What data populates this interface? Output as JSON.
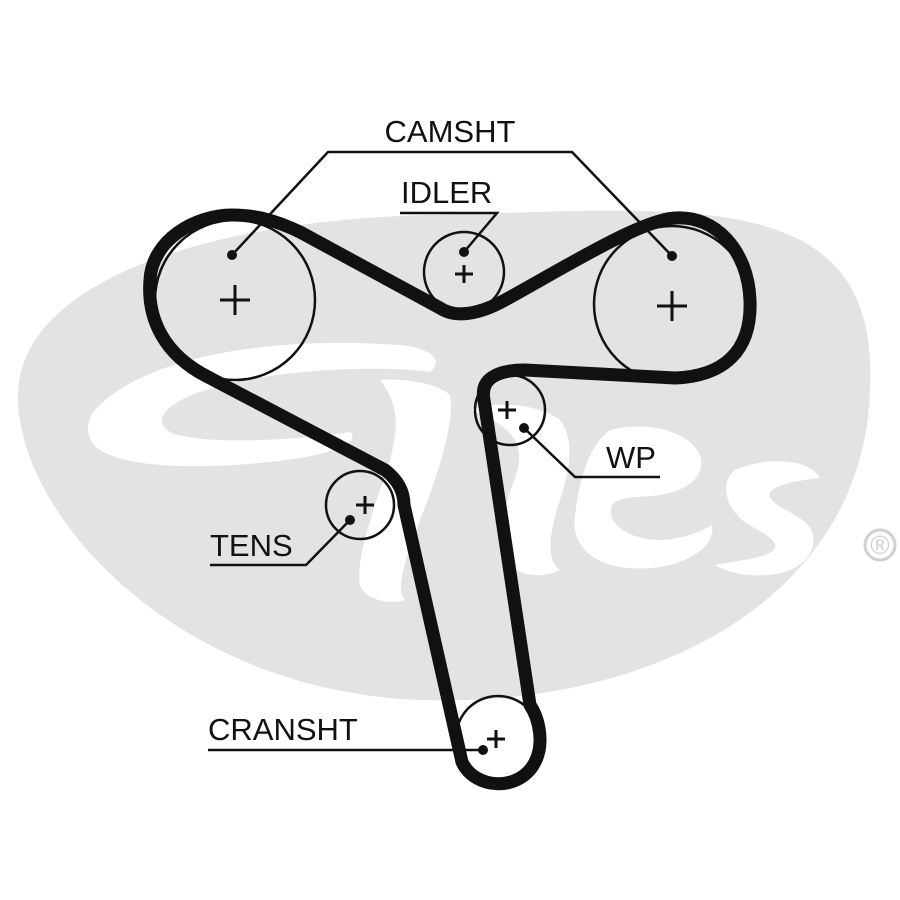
{
  "colors": {
    "background": "#ffffff",
    "watermark": "#e3e3e3",
    "belt": "#111111",
    "pulley_outline": "#111111",
    "leader_line": "#111111"
  },
  "watermark": {
    "brand": "Gates",
    "registered_mark": "®"
  },
  "labels": {
    "camshaft": "CAMSHT",
    "idler": "IDLER",
    "water_pump": "WP",
    "tensioner": "TENS",
    "crankshaft": "CRANSHT"
  },
  "icons": {
    "pulley_center": "plus-icon"
  }
}
